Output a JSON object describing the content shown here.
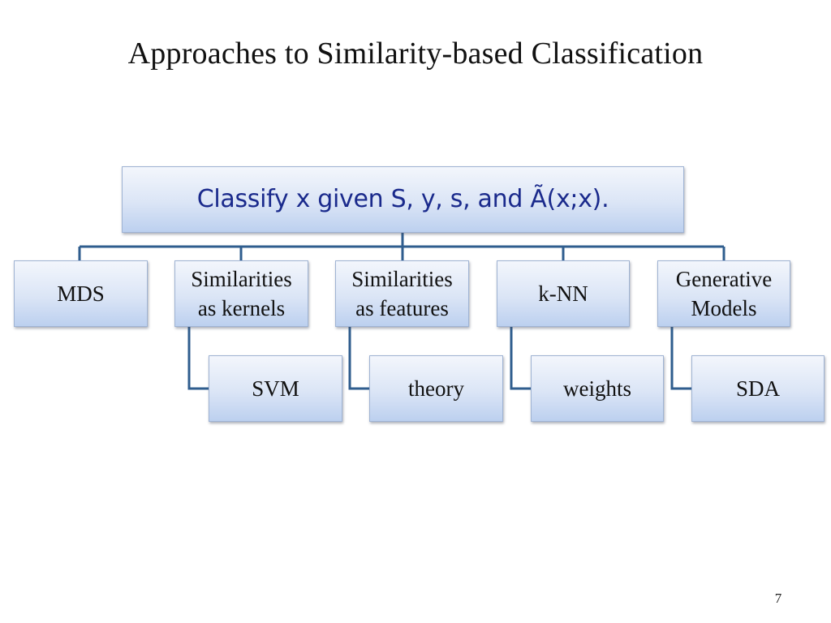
{
  "title": "Approaches to Similarity-based Classification",
  "root": {
    "label": "Classify x given S, y, s, and Ã(x;x)."
  },
  "level1": [
    {
      "label": "MDS"
    },
    {
      "label": "Similarities\nas kernels"
    },
    {
      "label": "Similarities\nas features"
    },
    {
      "label": "k-NN"
    },
    {
      "label": "Generative\nModels"
    }
  ],
  "level2": [
    {
      "label": "SVM"
    },
    {
      "label": "theory"
    },
    {
      "label": "weights"
    },
    {
      "label": "SDA"
    }
  ],
  "colors": {
    "connector": "#2f5d8e",
    "box_border": "#9fb3d3",
    "root_text": "#1a2a8c"
  },
  "slide_number": "7"
}
